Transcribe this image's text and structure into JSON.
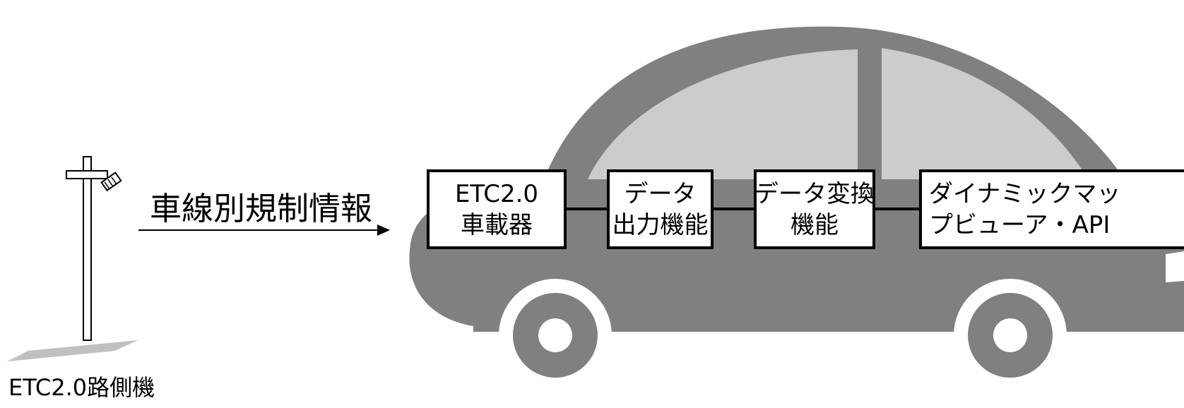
{
  "arrow_label": "車線別規制情報",
  "roadside_unit": {
    "label": "ETC2.0路側機"
  },
  "boxes": {
    "onboard_unit": {
      "line1": "ETC2.0",
      "line2": "車載器"
    },
    "data_output": {
      "line1": "データ",
      "line2": "出力機能"
    },
    "data_conversion": {
      "line1": "データ変換",
      "line2": "機能"
    },
    "dynamic_map": {
      "line1": "ダイナミックマッ",
      "line2": "プビューア・API"
    }
  },
  "colors": {
    "car_body": "#808080",
    "car_window": "#cccccc",
    "ground_shadow": "#c0c0c0",
    "line": "#000000"
  }
}
